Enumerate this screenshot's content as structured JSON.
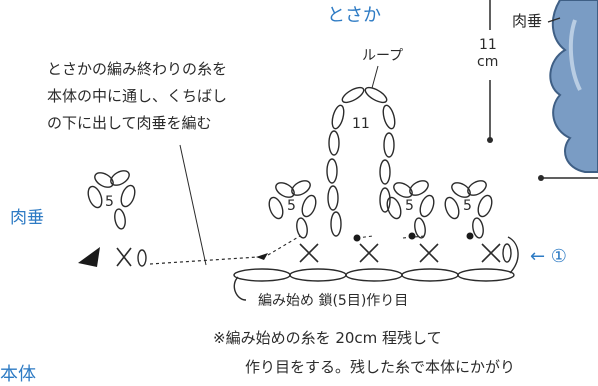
{
  "title_tosaka": "とさか",
  "label_loop": "ループ",
  "measure_value": "11",
  "measure_unit": "cm",
  "label_nikudare_top": "肉垂",
  "note_lines": [
    "とさかの編み終わりの糸を",
    "本体の中に通し、くちばし",
    "の下に出して肉垂を編む"
  ],
  "label_nikudare_side": "肉垂",
  "row_marker": "← ①",
  "start_caption": "編み始め 鎖(5目)作り目",
  "footnote_lines": [
    "※編み始めの糸を 20cm 程残して",
    "作り目をする。残した糸で本体にかがり"
  ],
  "label_hontai": "本体",
  "chain_counts": {
    "wattle": "5",
    "loop": "11",
    "petal_1": "5",
    "petal_2": "5",
    "petal_3": "5"
  },
  "colors": {
    "ink": "#2b2b2b",
    "blue_label": "#2e7bc4",
    "motif_fill": "#7a9cc4"
  }
}
